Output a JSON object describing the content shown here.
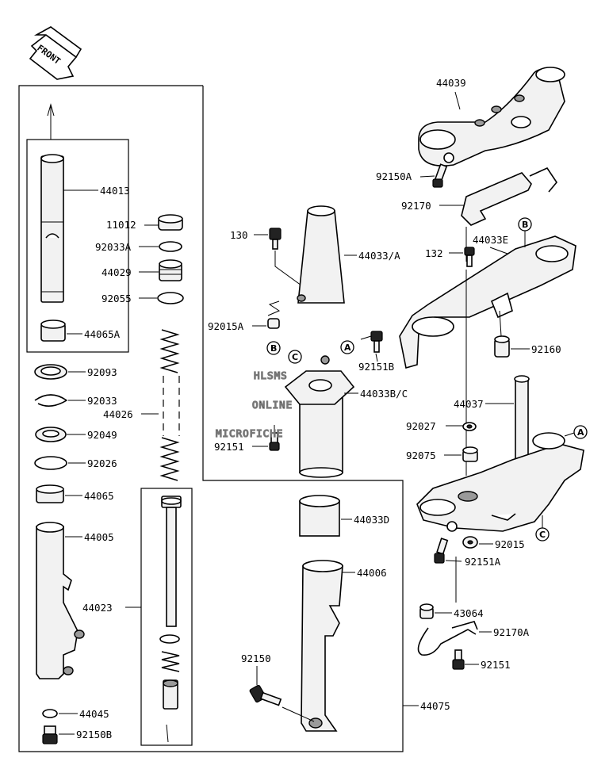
{
  "front_badge": "FRONT",
  "watermark": [
    "HLSMS",
    "ONLINE",
    "MICROFICHE"
  ],
  "refs": [
    "A",
    "B",
    "C"
  ],
  "parts": {
    "p44039": "44039",
    "p92150A": "92150A",
    "p92170": "92170",
    "p44013": "44013",
    "p11012": "11012",
    "p92033A": "92033A",
    "p44029": "44029",
    "p92055": "92055",
    "p44065A": "44065A",
    "p92093": "92093",
    "p92033": "92033",
    "p44026": "44026",
    "p92049": "92049",
    "p92026": "92026",
    "p44065": "44065",
    "p44005": "44005",
    "p44023": "44023",
    "p44045": "44045",
    "p92150B": "92150B",
    "p130": "130",
    "p44033A": "44033/A",
    "p92015A": "92015A",
    "p92151B": "92151B",
    "p44033BC": "44033B/C",
    "p92151": "92151",
    "p132": "132",
    "p44033E": "44033E",
    "p92160": "92160",
    "p44037": "44037",
    "p92027": "92027",
    "p92075": "92075",
    "p44033D": "44033D",
    "p44006": "44006",
    "p92015": "92015",
    "p92151A": "92151A",
    "p43064": "43064",
    "p92170A": "92170A",
    "p92151b": "92151",
    "p92150": "92150",
    "p44075": "44075"
  }
}
